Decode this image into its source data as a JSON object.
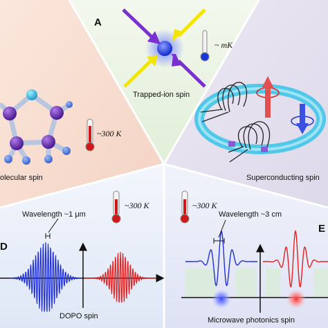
{
  "panels": {
    "a": {
      "letter": "A",
      "label": "Trapped-ion spin",
      "temperature": "~ mK"
    },
    "molecular": {
      "label": "olecular spin",
      "temperature": "~300 K"
    },
    "superconducting": {
      "label": "Superconducting spin"
    },
    "dopo": {
      "letter": "D",
      "label": "DOPO spin",
      "temperature": "~300 K",
      "wavelength": "Wavelength ~1 μm"
    },
    "microwave": {
      "letter": "E",
      "label": "Microwave photonics spin",
      "temperature": "~300 K",
      "wavelength": "Wavelength ~3 cm"
    }
  },
  "colors": {
    "blue": "#1f2fd6",
    "red": "#e02020",
    "purple": "#7a2fd0",
    "yellow": "#f2e600",
    "cyan": "#52c8e8",
    "molecule": "#6a2aa8",
    "thermometer_red": "#d01818",
    "thermometer_blue": "#1a3ad8"
  },
  "icons": [
    "ion-icon",
    "thermometer-icon",
    "molecule-icon",
    "ring-resonator-icon",
    "coil-icon",
    "spin-arrow-icon"
  ]
}
